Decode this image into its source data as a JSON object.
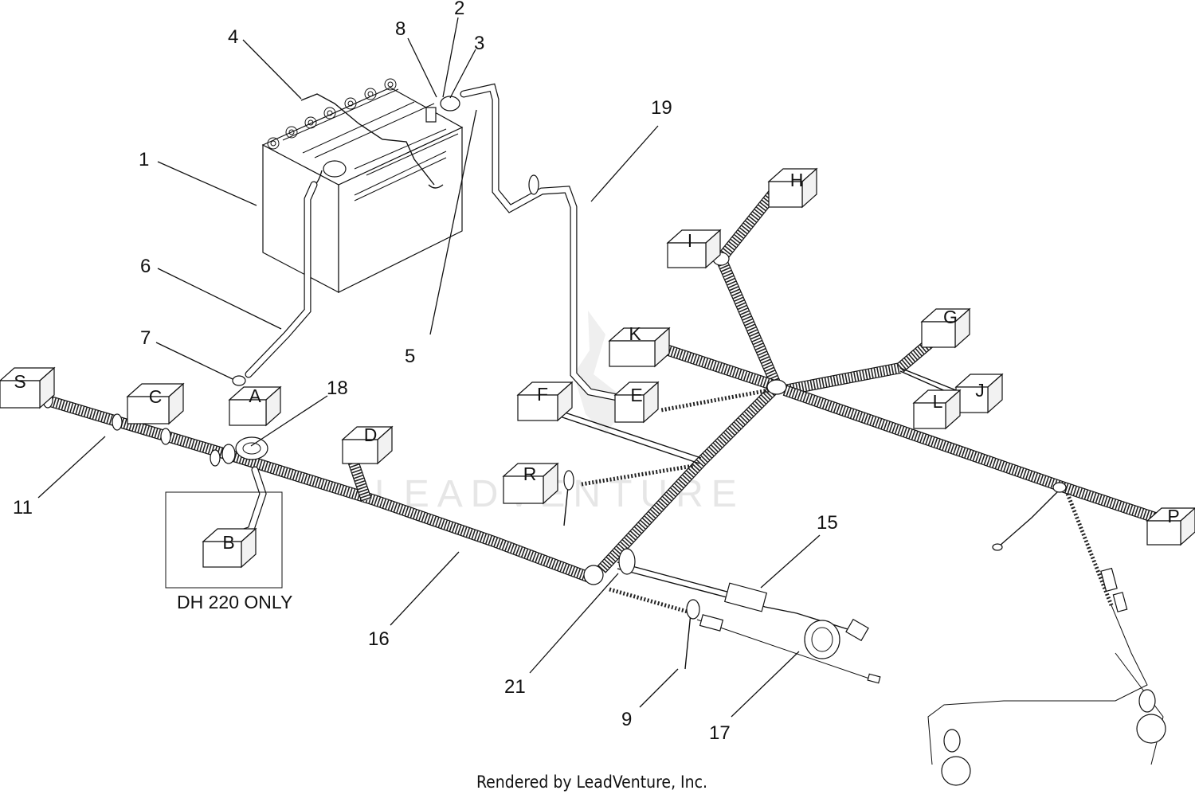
{
  "watermark": "LEADVENTURE",
  "footer": "Rendered by LeadVenture, Inc.",
  "note": "DH 220 ONLY",
  "callouts": [
    {
      "id": "c1",
      "text": "1"
    },
    {
      "id": "c2",
      "text": "2"
    },
    {
      "id": "c3",
      "text": "3"
    },
    {
      "id": "c4",
      "text": "4"
    },
    {
      "id": "c5",
      "text": "5"
    },
    {
      "id": "c6",
      "text": "6"
    },
    {
      "id": "c7",
      "text": "7"
    },
    {
      "id": "c8",
      "text": "8"
    },
    {
      "id": "c9",
      "text": "9"
    },
    {
      "id": "c11",
      "text": "11"
    },
    {
      "id": "c15",
      "text": "15"
    },
    {
      "id": "c16",
      "text": "16"
    },
    {
      "id": "c17",
      "text": "17"
    },
    {
      "id": "c18",
      "text": "18"
    },
    {
      "id": "c19",
      "text": "19"
    },
    {
      "id": "c21",
      "text": "21"
    }
  ],
  "connectors": [
    {
      "id": "A",
      "text": "A"
    },
    {
      "id": "B",
      "text": "B"
    },
    {
      "id": "C",
      "text": "C"
    },
    {
      "id": "D",
      "text": "D"
    },
    {
      "id": "E",
      "text": "E"
    },
    {
      "id": "F",
      "text": "F"
    },
    {
      "id": "G",
      "text": "G"
    },
    {
      "id": "H",
      "text": "H"
    },
    {
      "id": "I",
      "text": "I"
    },
    {
      "id": "J",
      "text": "J"
    },
    {
      "id": "K",
      "text": "K"
    },
    {
      "id": "L",
      "text": "L"
    },
    {
      "id": "P",
      "text": "P"
    },
    {
      "id": "R",
      "text": "R"
    },
    {
      "id": "S",
      "text": "S"
    }
  ]
}
